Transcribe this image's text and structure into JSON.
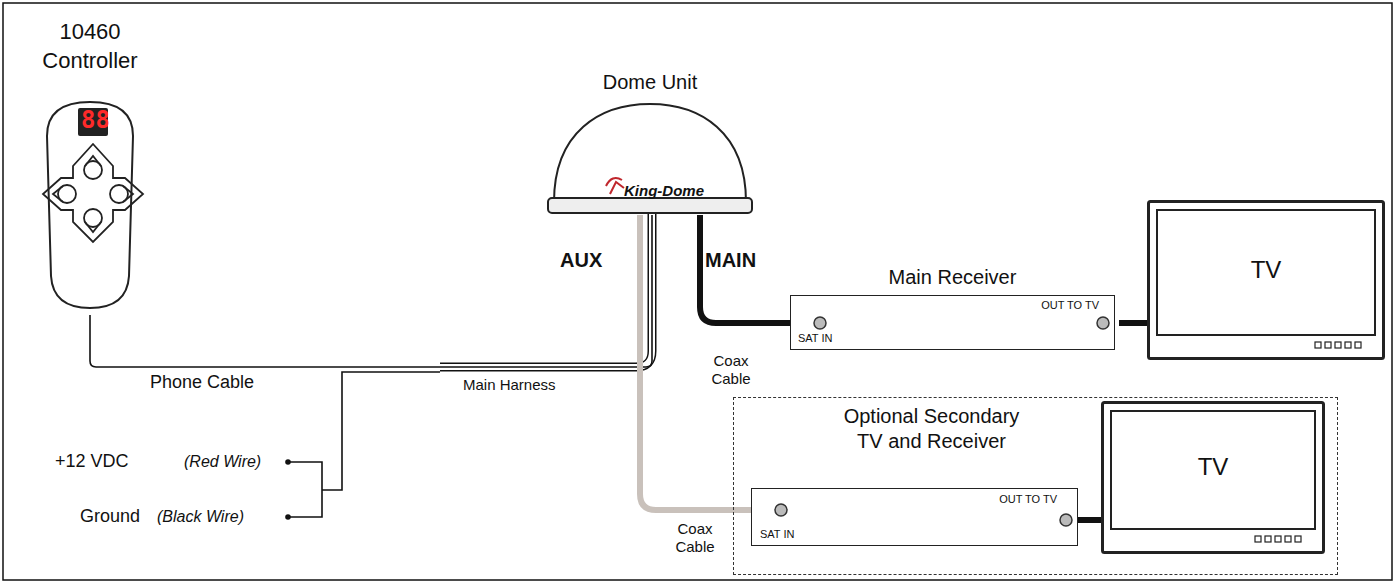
{
  "diagram": {
    "nodes": [
      {
        "text": [
          "10460 Controller"
        ]
      },
      {
        "text": [
          "Dome Unit",
          "King-Dome"
        ]
      },
      {
        "text": [
          "Main Receiver",
          "SAT IN",
          "OUT TO TV"
        ]
      },
      {
        "text": [
          "TV"
        ]
      },
      {
        "text": [
          "Optional Secondary TV and Receiver"
        ]
      },
      {
        "text": [
          "SAT IN",
          "OUT TO TV"
        ],
        "in": 4
      },
      {
        "text": [
          "TV"
        ],
        "in": 4
      }
    ],
    "edges": [
      {
        "from": 0,
        "to": 1,
        "arrow": "none",
        "label": "Phone Cable"
      },
      {
        "from": 1,
        "to": 2,
        "arrow": "none",
        "label": "Coax Cable"
      },
      {
        "from": 1,
        "to": 5,
        "arrow": "none",
        "label": "Coax Cable"
      },
      {
        "from": 2,
        "to": 3,
        "arrow": "none"
      },
      {
        "from": 5,
        "to": 6,
        "arrow": "none"
      }
    ],
    "labels": [
      "88",
      "AUX",
      "MAIN",
      "Main Harness",
      "+12 VDC",
      "(Red Wire)",
      "Ground",
      "(Black Wire)"
    ]
  }
}
